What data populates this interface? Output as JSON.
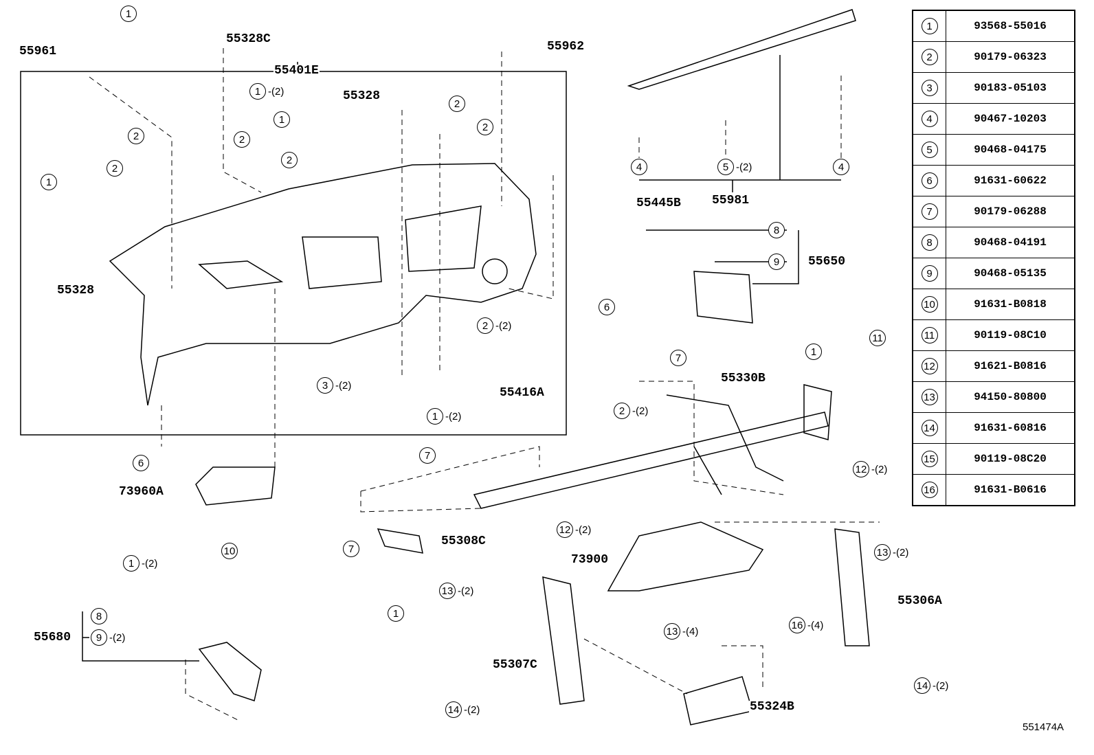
{
  "diagram": {
    "figure_id": "551474A",
    "part_labels": [
      "55961",
      "55328C",
      "55401E",
      "55962",
      "55328",
      "55328",
      "55445B",
      "55981",
      "55650",
      "55330B",
      "55416A",
      "73960A",
      "55308C",
      "73900",
      "55306A",
      "55680",
      "55307C",
      "55324B"
    ],
    "callouts": [
      {
        "num": "1",
        "qty": ""
      },
      {
        "num": "1",
        "qty": "-(2)"
      },
      {
        "num": "1",
        "qty": ""
      },
      {
        "num": "2",
        "qty": ""
      },
      {
        "num": "2",
        "qty": ""
      },
      {
        "num": "2",
        "qty": ""
      },
      {
        "num": "2",
        "qty": ""
      },
      {
        "num": "2",
        "qty": ""
      },
      {
        "num": "2",
        "qty": ""
      },
      {
        "num": "1",
        "qty": ""
      },
      {
        "num": "4",
        "qty": ""
      },
      {
        "num": "5",
        "qty": "-(2)"
      },
      {
        "num": "4",
        "qty": ""
      },
      {
        "num": "8",
        "qty": ""
      },
      {
        "num": "9",
        "qty": ""
      },
      {
        "num": "6",
        "qty": ""
      },
      {
        "num": "2",
        "qty": "-(2)"
      },
      {
        "num": "7",
        "qty": ""
      },
      {
        "num": "1",
        "qty": ""
      },
      {
        "num": "11",
        "qty": ""
      },
      {
        "num": "3",
        "qty": "-(2)"
      },
      {
        "num": "1",
        "qty": "-(2)"
      },
      {
        "num": "2",
        "qty": "-(2)"
      },
      {
        "num": "12",
        "qty": "-(2)"
      },
      {
        "num": "7",
        "qty": ""
      },
      {
        "num": "6",
        "qty": ""
      },
      {
        "num": "12",
        "qty": "-(2)"
      },
      {
        "num": "13",
        "qty": "-(2)"
      },
      {
        "num": "7",
        "qty": ""
      },
      {
        "num": "1",
        "qty": "-(2)"
      },
      {
        "num": "10",
        "qty": ""
      },
      {
        "num": "13",
        "qty": "-(2)"
      },
      {
        "num": "1",
        "qty": ""
      },
      {
        "num": "16",
        "qty": "-(4)"
      },
      {
        "num": "13",
        "qty": "-(4)"
      },
      {
        "num": "8",
        "qty": ""
      },
      {
        "num": "9",
        "qty": "-(2)"
      },
      {
        "num": "14",
        "qty": "-(2)"
      },
      {
        "num": "14",
        "qty": "-(2)"
      }
    ]
  },
  "parts_table": [
    {
      "num": "1",
      "part": "93568-55016"
    },
    {
      "num": "2",
      "part": "90179-06323"
    },
    {
      "num": "3",
      "part": "90183-05103"
    },
    {
      "num": "4",
      "part": "90467-10203"
    },
    {
      "num": "5",
      "part": "90468-04175"
    },
    {
      "num": "6",
      "part": "91631-60622"
    },
    {
      "num": "7",
      "part": "90179-06288"
    },
    {
      "num": "8",
      "part": "90468-04191"
    },
    {
      "num": "9",
      "part": "90468-05135"
    },
    {
      "num": "10",
      "part": "91631-B0818"
    },
    {
      "num": "11",
      "part": "90119-08C10"
    },
    {
      "num": "12",
      "part": "91621-B0816"
    },
    {
      "num": "13",
      "part": "94150-80800"
    },
    {
      "num": "14",
      "part": "91631-60816"
    },
    {
      "num": "15",
      "part": "90119-08C20"
    },
    {
      "num": "16",
      "part": "91631-B0616"
    }
  ]
}
